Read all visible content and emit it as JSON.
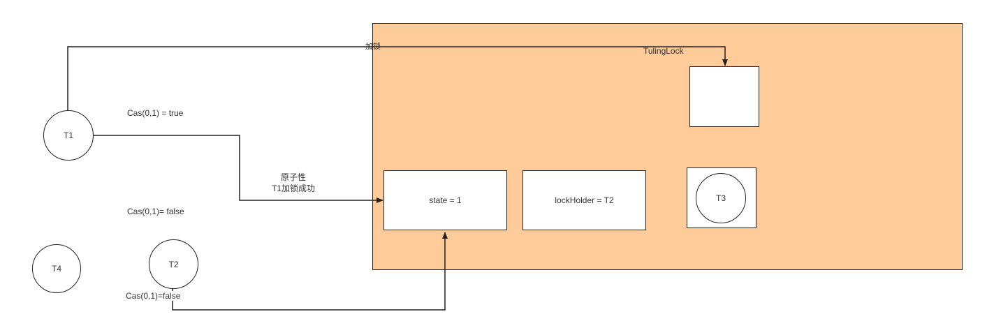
{
  "diagram": {
    "container_label": "TulingLock",
    "nodes": {
      "t1": "T1",
      "t2": "T2",
      "t3": "T3",
      "t4": "T4",
      "state": "state = 1",
      "lock_holder": "lockHolder = T2",
      "empty_box": ""
    },
    "edge_labels": {
      "t1_top": "加锁",
      "t1_cas": "Cas(0,1) = true",
      "atomic": "原子性",
      "t1_success": "T1加锁成功",
      "t2_cas_top": "Cas(0,1)= false",
      "t2_cas_bottom": "Cas(0,1)=false"
    },
    "colors": {
      "container_fill": "#ffcc99",
      "stroke": "#222222",
      "node_fill": "#ffffff",
      "text": "#333333"
    }
  }
}
